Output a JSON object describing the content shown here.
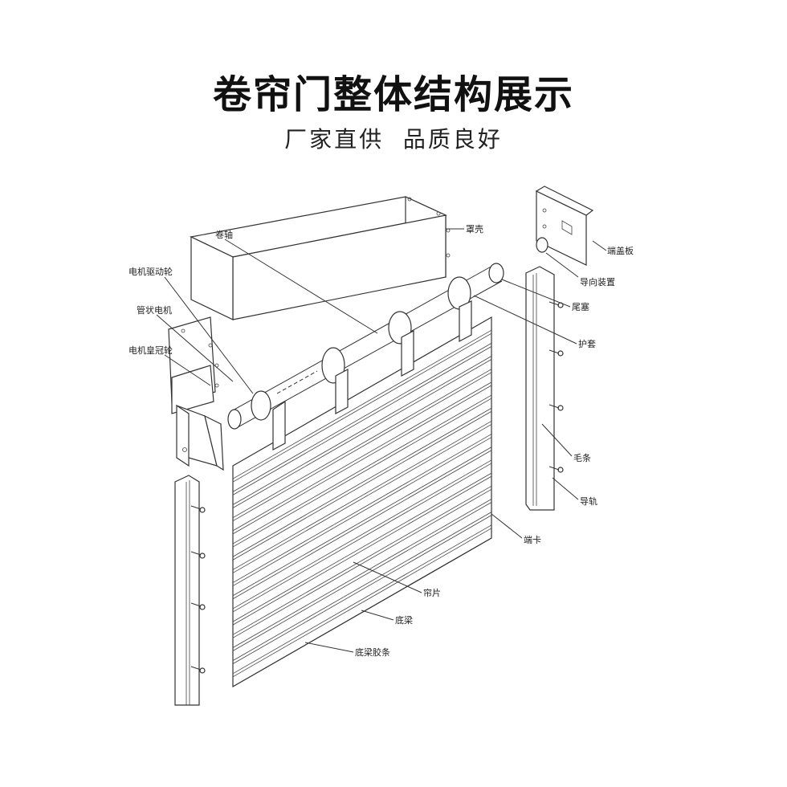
{
  "header": {
    "title": "卷帘门整体结构展示",
    "subtitle": "厂家直供  品质良好"
  },
  "labels": {
    "cover": "罩壳",
    "shaft": "卷轴",
    "motor_drive_wheel": "电机驱动轮",
    "tubular_motor": "管状电机",
    "motor_crown_wheel": "电机皇冠轮",
    "end_plate": "端盖板",
    "guide_device": "导向装置",
    "tail_plug": "尾塞",
    "sleeve": "护套",
    "brush_strip": "毛条",
    "guide_rail": "导轨",
    "end_clip": "端卡",
    "curtain_slat": "帘片",
    "bottom_beam": "底梁",
    "bottom_beam_rubber": "底梁胶条"
  }
}
